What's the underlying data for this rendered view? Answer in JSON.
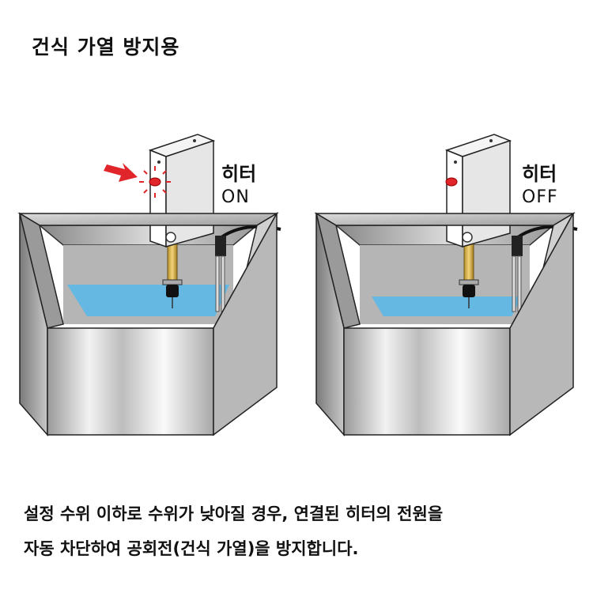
{
  "title": "건식 가열 방지용",
  "heater_on": {
    "word": "히터",
    "state": "ON"
  },
  "heater_off": {
    "word": "히터",
    "state": "OFF"
  },
  "caption": {
    "line1": "설정 수위 이하로 수위가 낮아질 경우, 연결된 히터의 전원을",
    "line2": "자동 차단하여 공회전(건식 가열)을 방지합니다."
  },
  "colors": {
    "water": "#5bb8e6",
    "indicator_red": "#e0252b",
    "steel_light": "#e8e8e8",
    "steel_dark": "#8a8a8a"
  },
  "icons": [
    "arrow-right-icon",
    "indicator-lamp-icon"
  ]
}
